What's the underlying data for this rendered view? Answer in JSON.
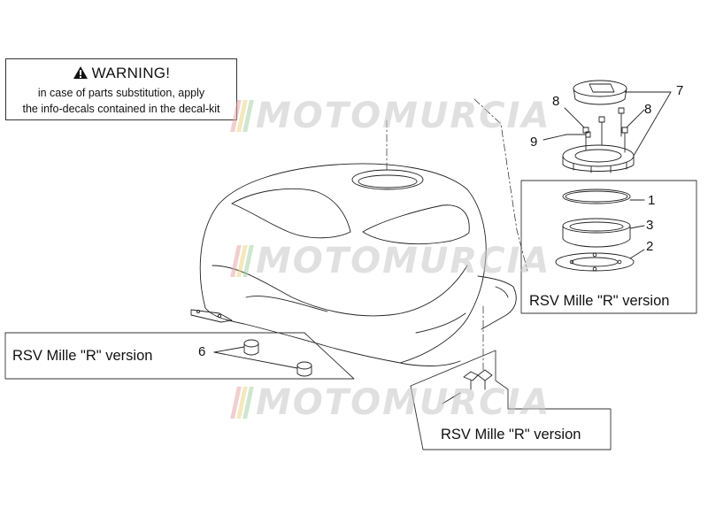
{
  "warning": {
    "title": "WARNING!",
    "line1": "in case of parts substitution, apply",
    "line2": "the info-decals contained in the decal-kit"
  },
  "callouts": {
    "c1": "1",
    "c2": "2",
    "c3": "3",
    "c6": "6",
    "c7": "7",
    "c8a": "8",
    "c8b": "8",
    "c9": "9"
  },
  "version_labels": {
    "right_box": "RSV Mille \"R\" version",
    "left_box": "RSV Mille \"R\" version",
    "bottom_box": "RSV Mille \"R\" version"
  },
  "watermark": {
    "text": "MOTOMURCIA",
    "stripe_colors": [
      "#e8a9a9",
      "#eed58a",
      "#a8d3a8"
    ]
  },
  "colors": {
    "line": "#222222",
    "watermark_text": "#c8c8c8"
  }
}
